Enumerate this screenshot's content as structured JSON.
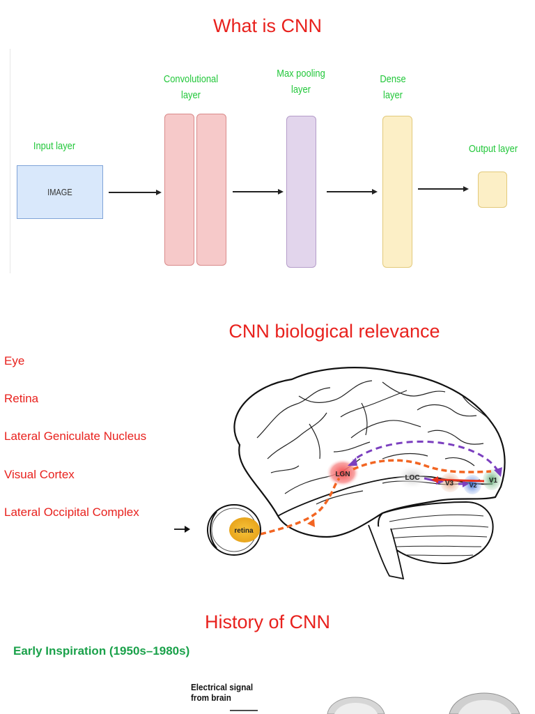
{
  "sections": {
    "what_is_cnn": {
      "title": "What is CNN",
      "diagram": {
        "input_label": "Input layer",
        "image_text": "IMAGE",
        "conv_label": [
          "Convolutional",
          "layer"
        ],
        "pool_label": [
          "Max pooling",
          "layer"
        ],
        "dense_label": [
          "Dense",
          "layer"
        ],
        "output_label": "Output layer",
        "colors": {
          "image_fill": "#d9e8fb",
          "conv_fill": "#f6c9c9",
          "pool_fill": "#e2d5ec",
          "dense_fill": "#fcefc6",
          "output_fill": "#fcefc6"
        }
      }
    },
    "biological": {
      "title": "CNN biological relevance",
      "side_list": [
        "Eye",
        "Retina",
        "Lateral Geniculate Nucleus",
        "Visual Cortex",
        "Lateral Occipital Complex"
      ],
      "brain_labels": {
        "lgn": "LGN",
        "loc": "LOC",
        "v3": "V3",
        "v2": "V2",
        "v1": "V1",
        "retina": "retina"
      }
    },
    "history": {
      "title": "History  of CNN",
      "subtitle": "Early Inspiration (1950s–1980s)",
      "figure_caption": [
        "Electrical signal",
        "from brain"
      ]
    }
  }
}
